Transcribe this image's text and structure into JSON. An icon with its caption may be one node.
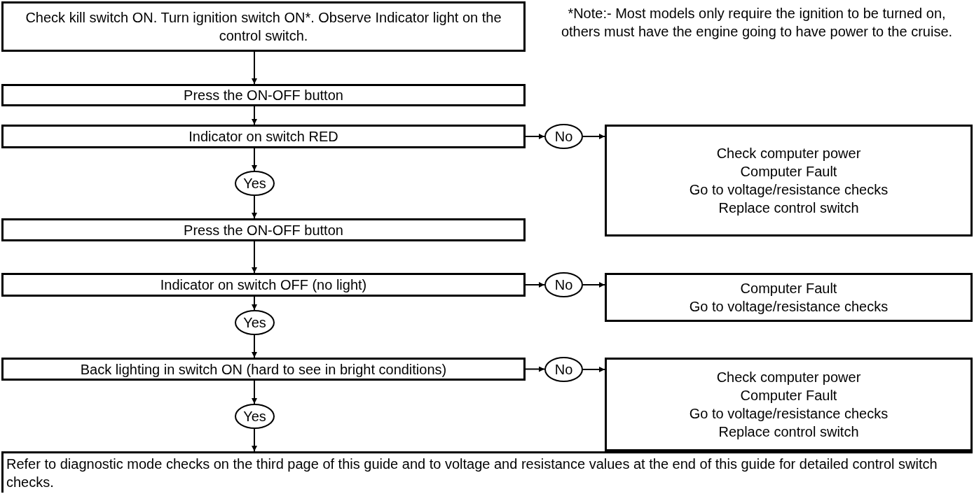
{
  "diagram": {
    "nodes": [
      {
        "text": [
          "Check kill switch ON. Turn ignition switch ON*. Observe Indicator light on the control switch."
        ]
      },
      {
        "text": [
          "Press the ON-OFF button"
        ]
      },
      {
        "text": [
          "Indicator on switch RED"
        ]
      },
      {
        "text": [
          "No"
        ]
      },
      {
        "text": [
          "Check computer power",
          "Computer Fault",
          "Go to voltage/resistance checks",
          "Replace control switch"
        ]
      },
      {
        "text": [
          "Yes"
        ]
      },
      {
        "text": [
          "Press the ON-OFF button"
        ]
      },
      {
        "text": [
          "Indicator on switch OFF (no light)"
        ]
      },
      {
        "text": [
          "No"
        ]
      },
      {
        "text": [
          "Computer Fault",
          "Go to voltage/resistance checks"
        ]
      },
      {
        "text": [
          "Yes"
        ]
      },
      {
        "text": [
          "Back lighting in switch ON (hard to see in bright conditions)"
        ]
      },
      {
        "text": [
          "No"
        ]
      },
      {
        "text": [
          "Check computer power",
          "Computer Fault",
          "Go to voltage/resistance checks",
          "Replace control switch"
        ]
      },
      {
        "text": [
          "Yes"
        ]
      },
      {
        "text": [
          "Refer to diagnostic mode checks on the third page of this guide and to voltage and resistance values at the end of this guide for detailed control switch checks."
        ]
      }
    ],
    "edges": [
      {
        "from": 0,
        "to": 1,
        "arrow": "to"
      },
      {
        "from": 1,
        "to": 2,
        "arrow": "to"
      },
      {
        "from": 2,
        "to": 3,
        "arrow": "to"
      },
      {
        "from": 3,
        "to": 4,
        "arrow": "to"
      },
      {
        "from": 2,
        "to": 5,
        "arrow": "to"
      },
      {
        "from": 5,
        "to": 6,
        "arrow": "to"
      },
      {
        "from": 6,
        "to": 7,
        "arrow": "to"
      },
      {
        "from": 7,
        "to": 8,
        "arrow": "to"
      },
      {
        "from": 8,
        "to": 9,
        "arrow": "to"
      },
      {
        "from": 7,
        "to": 10,
        "arrow": "to"
      },
      {
        "from": 10,
        "to": 11,
        "arrow": "to"
      },
      {
        "from": 11,
        "to": 12,
        "arrow": "to"
      },
      {
        "from": 12,
        "to": 13,
        "arrow": "to"
      },
      {
        "from": 11,
        "to": 14,
        "arrow": "to"
      },
      {
        "from": 14,
        "to": 15,
        "arrow": "to"
      }
    ],
    "labels": [
      "*Note:- Most models only require the ignition to be turned on, others must have the engine going to have power to the cruise."
    ]
  }
}
